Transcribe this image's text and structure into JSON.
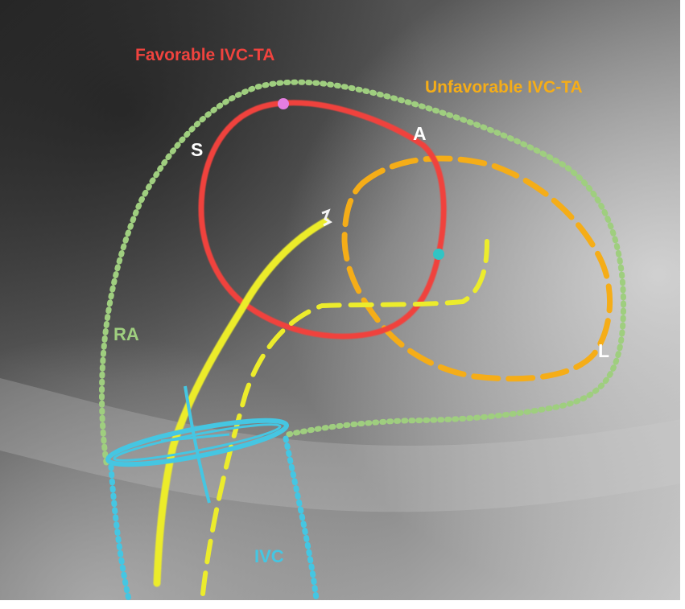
{
  "labels": {
    "favorable": "Favorable IVC-TA",
    "unfavorable": "Unfavorable IVC-TA",
    "superior": "S",
    "anterior": "A",
    "lateral": "L",
    "right_atrium": "RA",
    "ivc": "IVC"
  },
  "colors": {
    "favorable": "#f0433e",
    "unfavorable": "#f5ad18",
    "right_atrium": "#9fce7f",
    "ivc": "#45c6e2",
    "catheter": "#ecec2c",
    "orientation_letters": "#ffffff",
    "marker_superior": "#e57ee0",
    "marker_lateral": "#31c4c4"
  }
}
